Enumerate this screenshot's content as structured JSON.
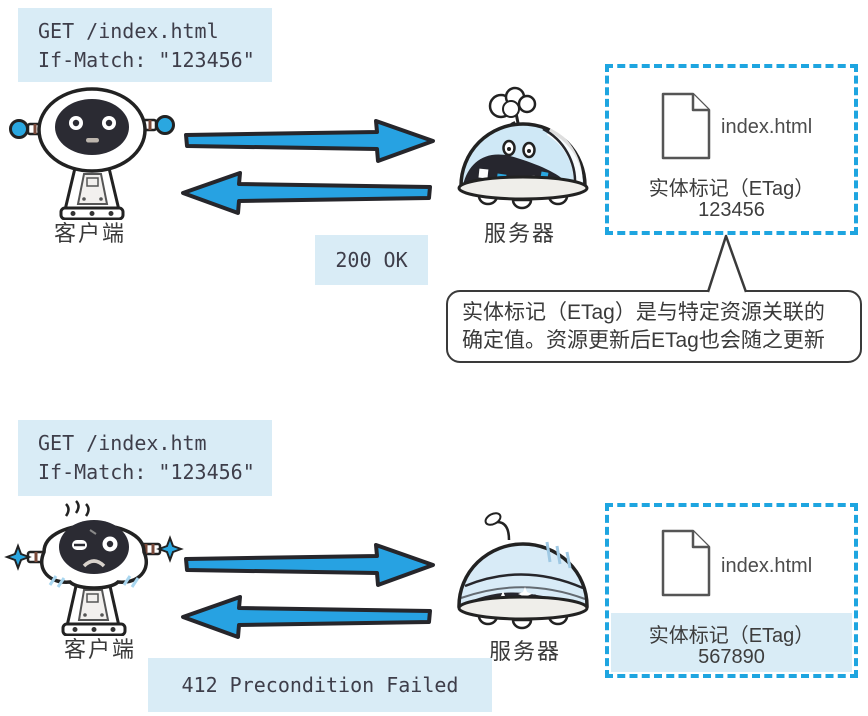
{
  "colors": {
    "accent_blue": "#27a2e2",
    "light_blue_bg": "#d9ecf6",
    "dashed_border_blue": "#1ea5e0",
    "outline_dark": "#26262b"
  },
  "s1": {
    "request": {
      "line1": "GET /index.html",
      "line2": "If-Match: \"123456\""
    },
    "response": "200 OK",
    "client_label": "客户端",
    "server_label": "服务器",
    "resource": {
      "filename": "index.html",
      "etag_label": "实体标记（ETag）",
      "etag_value": "123456"
    }
  },
  "callout": {
    "line1": "实体标记（ETag）是与特定资源关联的",
    "line2": "确定值。资源更新后ETag也会随之更新"
  },
  "s2": {
    "request": {
      "line1": "GET /index.htm",
      "line2": "If-Match: \"123456\""
    },
    "response": "412 Precondition Failed",
    "client_label": "客户端",
    "server_label": "服务器",
    "resource": {
      "filename": "index.html",
      "etag_label": "实体标记（ETag）",
      "etag_value": "567890"
    }
  }
}
